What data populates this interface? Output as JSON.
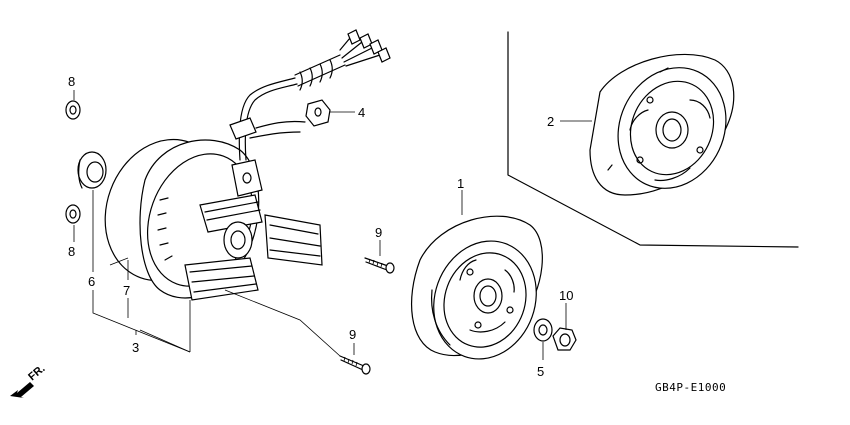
{
  "callouts": {
    "c1": "1",
    "c2": "2",
    "c3": "3",
    "c4": "4",
    "c5": "5",
    "c6": "6",
    "c7": "7",
    "c8_top": "8",
    "c8_bottom": "8",
    "c9_top": "9",
    "c9_bottom": "9",
    "c10": "10"
  },
  "diagram_code": "GB4P-E1000",
  "direction_label": "FR."
}
